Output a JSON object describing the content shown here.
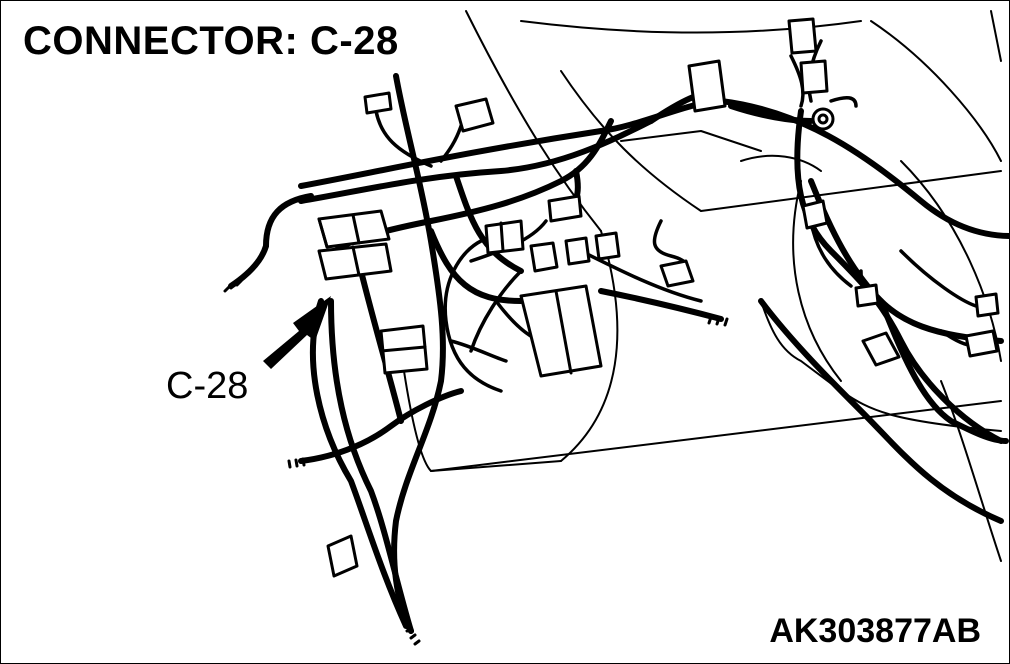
{
  "figure": {
    "title": "CONNECTOR: C-28",
    "callout_label": "C-28",
    "figure_code": "AK303877AB"
  },
  "colors": {
    "line": "#000000",
    "background": "#ffffff"
  }
}
